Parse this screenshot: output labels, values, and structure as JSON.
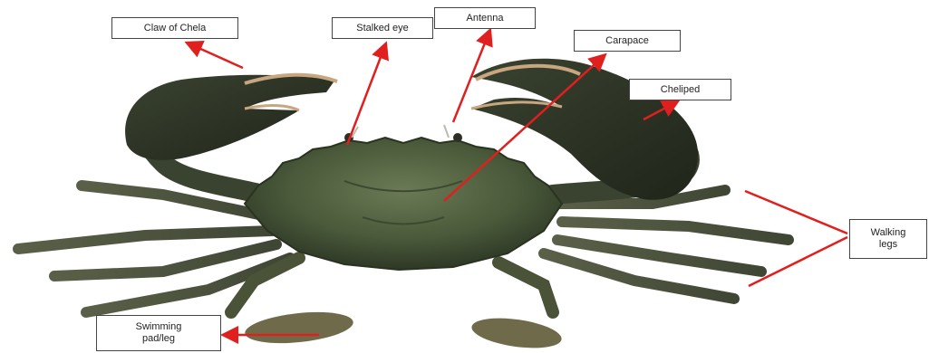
{
  "diagram": {
    "labels": {
      "claw_of_chela": "Claw of Chela",
      "stalked_eye": "Stalked eye",
      "antenna": "Antenna",
      "carapace": "Carapace",
      "cheliped": "Cheliped",
      "walking_legs_line1": "Walking",
      "walking_legs_line2": "legs",
      "swimming_line1": "Swimming",
      "swimming_line2": "pad/leg"
    },
    "colors": {
      "arrow": "#e01f1f",
      "crab_shell": "#4a5a3a",
      "crab_dark": "#2d3324",
      "claw_tip": "#c7a680"
    }
  }
}
